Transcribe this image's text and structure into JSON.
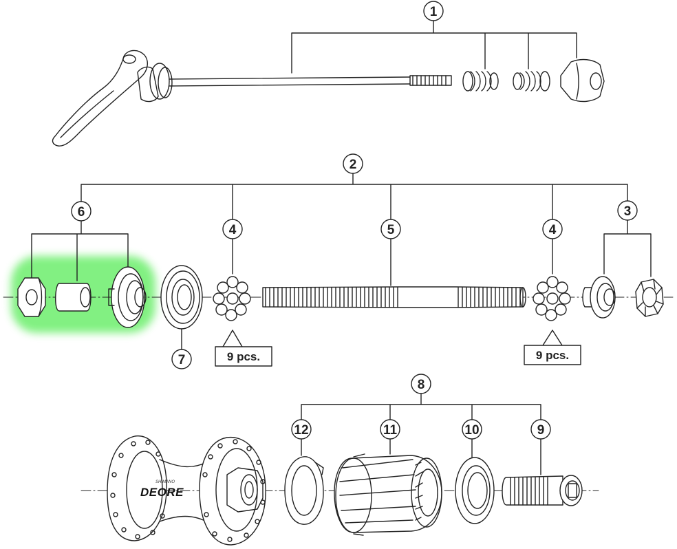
{
  "callouts": {
    "c1": "1",
    "c2": "2",
    "c3": "3",
    "c4a": "4",
    "c4b": "4",
    "c5": "5",
    "c6": "6",
    "c7": "7",
    "c8": "8",
    "c9": "9",
    "c10": "10",
    "c11": "11",
    "c12": "12"
  },
  "labels": {
    "pcs_left": "9 pcs.",
    "pcs_right": "9 pcs."
  },
  "brand": {
    "name": "DEORE",
    "maker": "SHIMANO"
  },
  "highlight": {
    "part": "6",
    "color": "#7CF07C"
  }
}
